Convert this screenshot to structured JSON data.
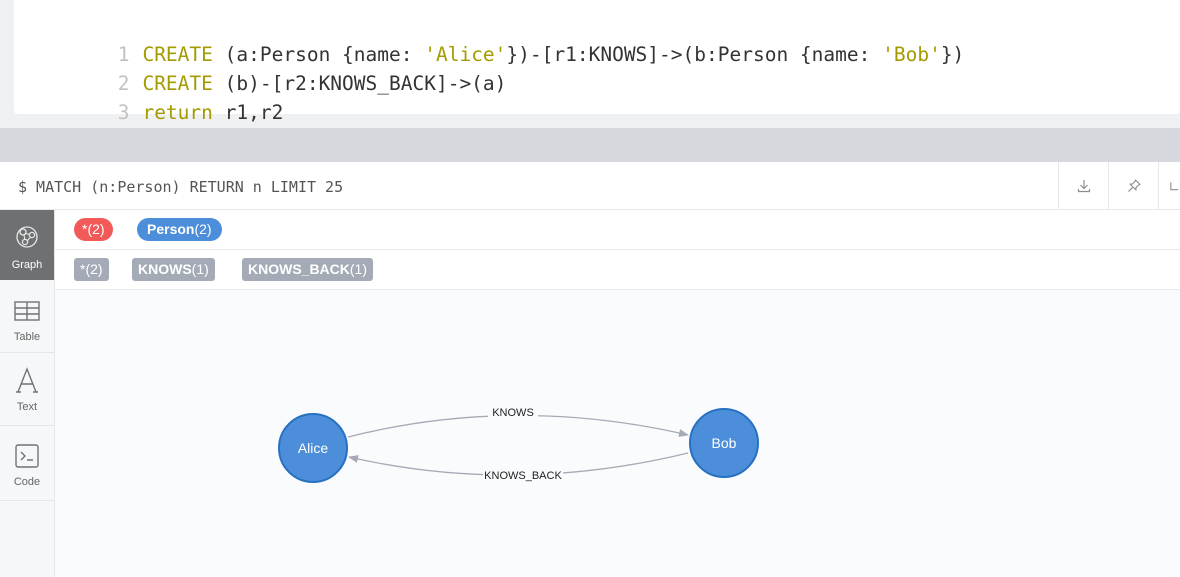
{
  "editor": {
    "lines": [
      {
        "num": "1",
        "parts": [
          {
            "t": "CREATE",
            "c": "kw"
          },
          {
            "t": " (a:Person {name: ",
            "c": ""
          },
          {
            "t": "'Alice'",
            "c": "str"
          },
          {
            "t": "})-[r1:KNOWS]->(b:Person {name: ",
            "c": ""
          },
          {
            "t": "'Bob'",
            "c": "str"
          },
          {
            "t": "})",
            "c": ""
          }
        ]
      },
      {
        "num": "2",
        "parts": [
          {
            "t": "CREATE",
            "c": "kw"
          },
          {
            "t": " (b)-[r2:KNOWS_BACK]->(a)",
            "c": ""
          }
        ]
      },
      {
        "num": "3",
        "parts": [
          {
            "t": "return",
            "c": "kw"
          },
          {
            "t": " r1,r2",
            "c": ""
          }
        ]
      }
    ]
  },
  "frame": {
    "query": "$ MATCH (n:Person) RETURN n LIMIT 25",
    "buttons": [
      {
        "name": "download-icon"
      },
      {
        "name": "pin-icon"
      },
      {
        "name": "expand-icon"
      }
    ]
  },
  "sidebar": {
    "tabs": [
      {
        "label": "Graph",
        "icon": "graph-icon",
        "active": true
      },
      {
        "label": "Table",
        "icon": "table-icon",
        "active": false
      },
      {
        "label": "Text",
        "icon": "text-icon",
        "active": false
      },
      {
        "label": "Code",
        "icon": "code-icon",
        "active": false
      }
    ]
  },
  "legend": {
    "node_labels": [
      {
        "name": "*",
        "count": "(2)",
        "color": "#f25a5a"
      },
      {
        "name": "Person",
        "count": "(2)",
        "color": "#4c8eda"
      }
    ],
    "rel_types": [
      {
        "name": "*",
        "count": "(2)"
      },
      {
        "name": "KNOWS",
        "count": "(1)"
      },
      {
        "name": "KNOWS_BACK",
        "count": "(1)"
      }
    ]
  },
  "graph": {
    "nodes": [
      {
        "id": "alice",
        "caption": "Alice",
        "color": "#4c8eda",
        "stroke": "#2870c2"
      },
      {
        "id": "bob",
        "caption": "Bob",
        "color": "#4c8eda",
        "stroke": "#2870c2"
      }
    ],
    "relationships": [
      {
        "caption": "KNOWS",
        "from": "alice",
        "to": "bob"
      },
      {
        "caption": "KNOWS_BACK",
        "from": "bob",
        "to": "alice"
      }
    ]
  },
  "colors": {
    "accent": "#4c8eda",
    "star_label": "#f25a5a",
    "rel_tag": "#a5abb6",
    "keyword": "#a49b00"
  }
}
